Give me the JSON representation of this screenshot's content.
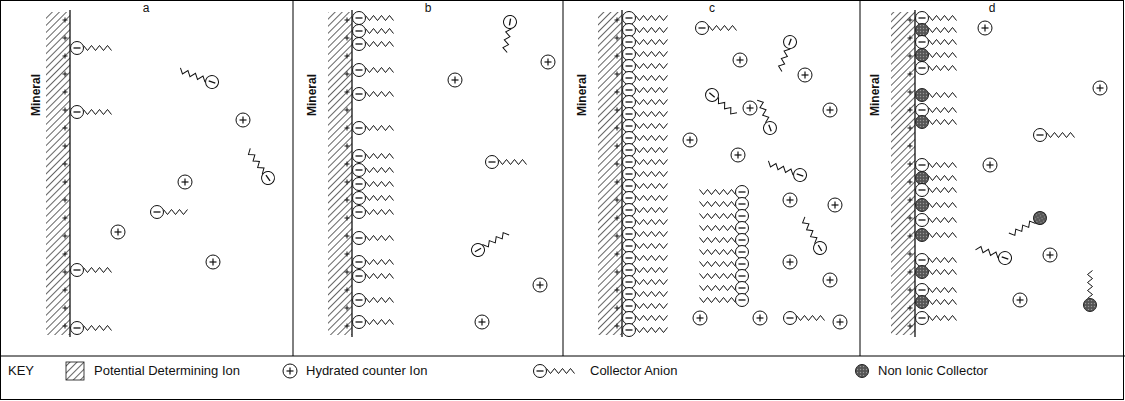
{
  "diagram": {
    "labels": [
      "a",
      "b",
      "c",
      "d",
      "Mineral",
      "Mineral",
      "Mineral",
      "Mineral",
      "KEY"
    ],
    "legend": [
      {
        "text": "Potential Determining Ion"
      },
      {
        "text": "Hydrated counter Ion"
      },
      {
        "text": "Collector Anion"
      },
      {
        "text": "Non Ionic Collector"
      }
    ]
  }
}
